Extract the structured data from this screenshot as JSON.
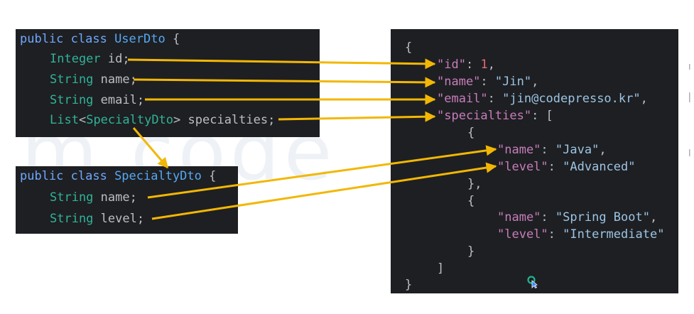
{
  "user_dto": {
    "line1": {
      "kw": "public class ",
      "name": "UserDto",
      "brace": " {"
    },
    "line2": {
      "type": "Integer",
      "field": " id;"
    },
    "line3": {
      "type": "String",
      "field": " name;"
    },
    "line4": {
      "type": "String",
      "field": " email;"
    },
    "line5": {
      "type": "List",
      "lt": "<",
      "gen": "SpecialtyDto",
      "gt": ">",
      "field": " specialties;"
    }
  },
  "specialty_dto": {
    "line1": {
      "kw": "public class ",
      "name": "SpecialtyDto",
      "brace": " {"
    },
    "line2": {
      "type": "String",
      "field": " name;"
    },
    "line3": {
      "type": "String",
      "field": " level;"
    }
  },
  "json": {
    "open": "{",
    "id": {
      "key": "\"id\"",
      "sep": ": ",
      "val": "1",
      "end": ","
    },
    "name": {
      "key": "\"name\"",
      "sep": ": ",
      "val": "\"Jin\"",
      "end": ","
    },
    "email": {
      "key": "\"email\"",
      "sep": ": ",
      "val": "\"jin@codepresso.kr\"",
      "end": ","
    },
    "specialties": {
      "key": "\"specialties\"",
      "sep": ": ",
      "val": "["
    },
    "obj1_open": "{",
    "obj1_name": {
      "key": "\"name\"",
      "sep": ": ",
      "val": "\"Java\"",
      "end": ","
    },
    "obj1_level": {
      "key": "\"level\"",
      "sep": ": ",
      "val": "\"Advanced\""
    },
    "obj1_close": "},",
    "obj2_open": "{",
    "obj2_name": {
      "key": "\"name\"",
      "sep": ": ",
      "val": "\"Spring Boot\"",
      "end": ","
    },
    "obj2_level": {
      "key": "\"level\"",
      "sep": ": ",
      "val": "\"Intermediate\""
    },
    "obj2_close": "}",
    "arr_close": "]",
    "close": "}"
  },
  "colors": {
    "panel_bg": "#1e1f22",
    "arrow": "#f2b705",
    "json_key": "#c77dbb",
    "java_type": "#2fb39a"
  },
  "icons": {
    "cursor": "mouse-cursor-icon"
  }
}
